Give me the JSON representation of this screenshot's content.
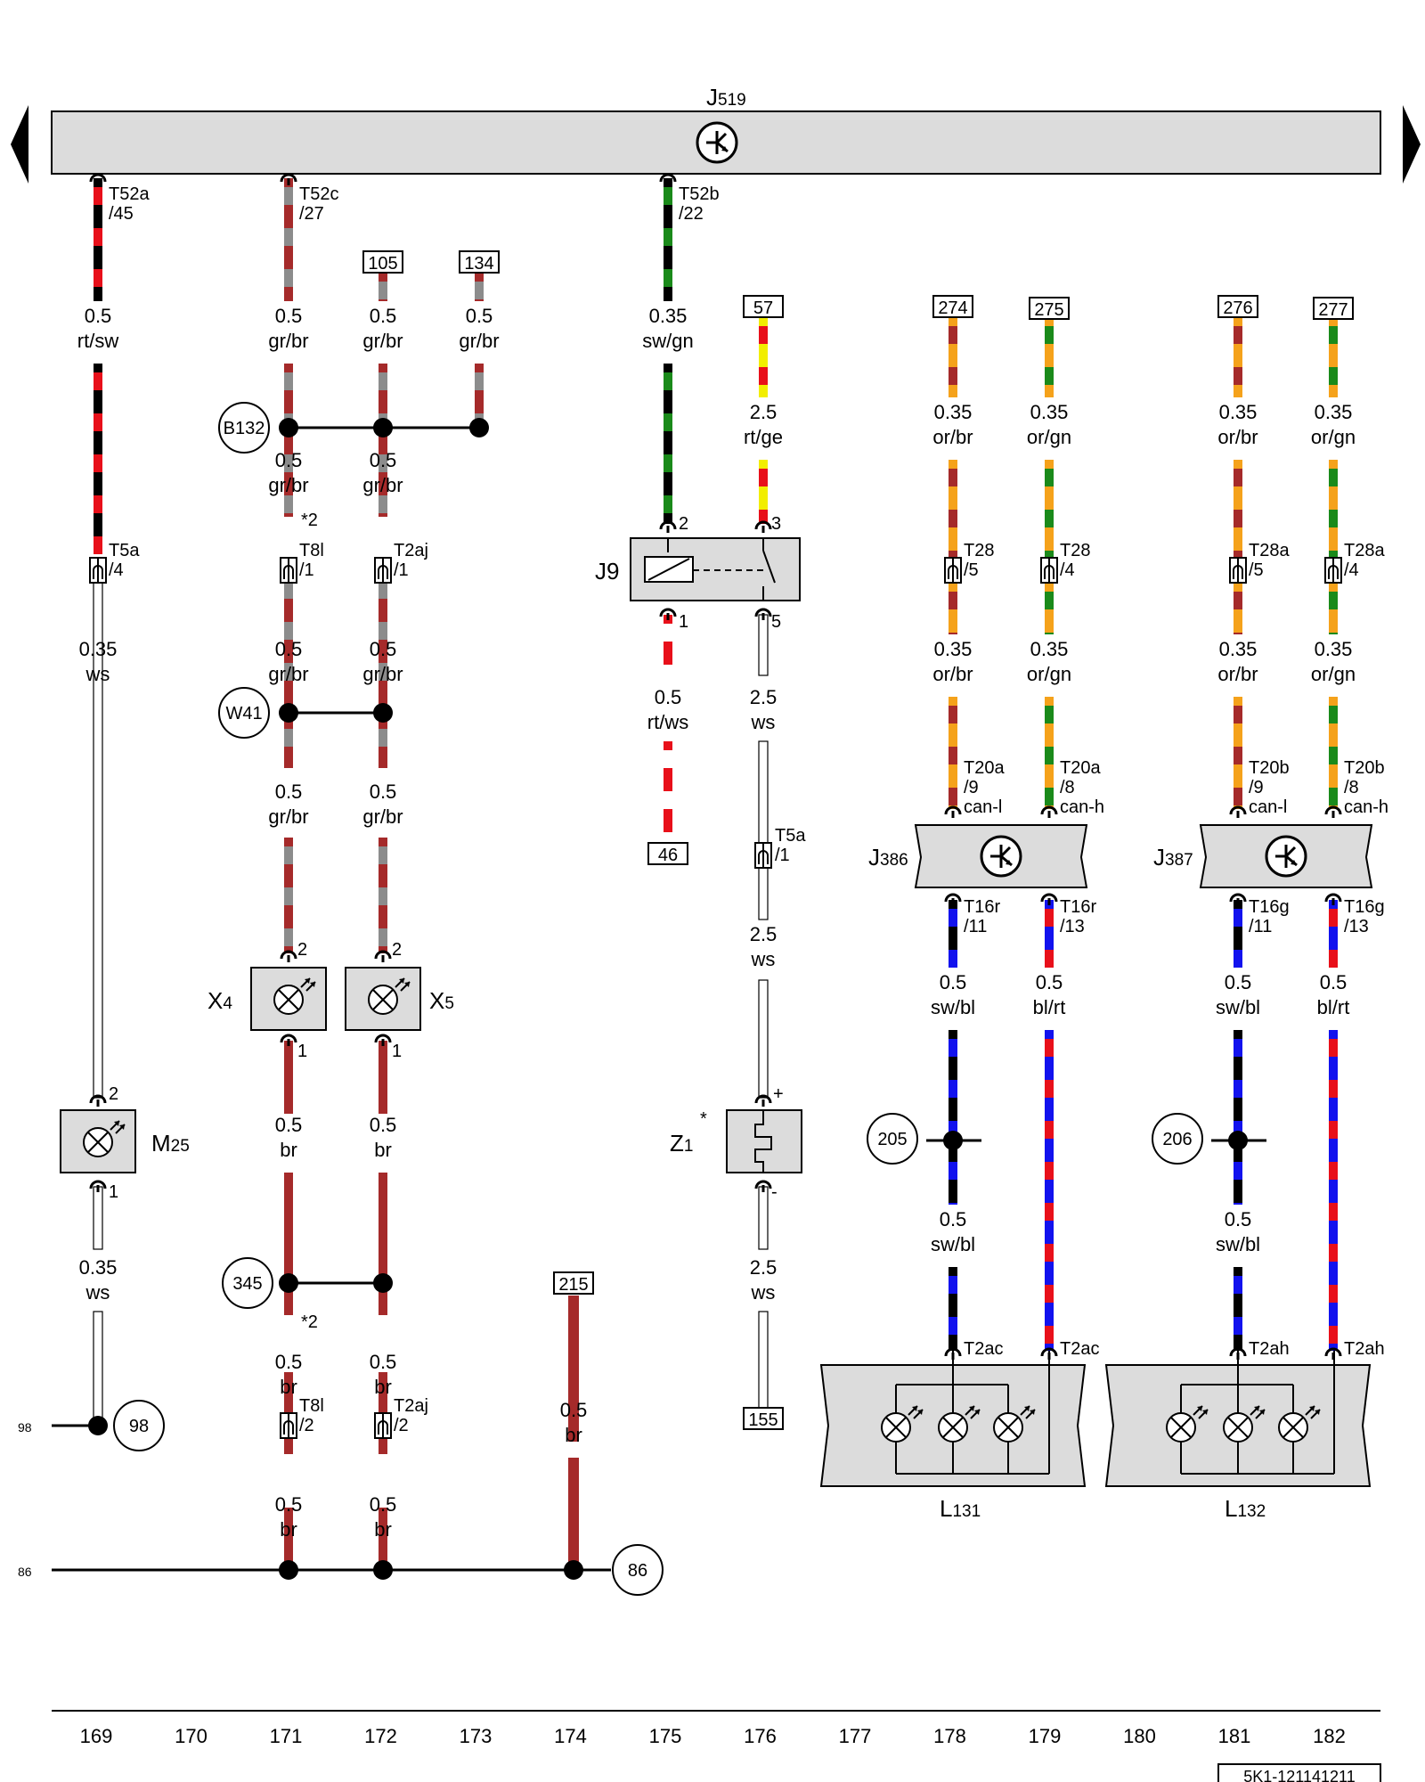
{
  "diagram_id": "5K1-121141211",
  "components": {
    "j519": {
      "name": "J",
      "sub": "519"
    },
    "j9": "J9",
    "j386": {
      "name": "J",
      "sub": "386"
    },
    "j387": {
      "name": "J",
      "sub": "387"
    },
    "x4": {
      "name": "X",
      "sub": "4"
    },
    "x5": {
      "name": "X",
      "sub": "5"
    },
    "m25": {
      "name": "M",
      "sub": "25"
    },
    "z1": {
      "name": "Z",
      "sub": "1"
    },
    "l131": {
      "name": "L",
      "sub": "131"
    },
    "l132": {
      "name": "L",
      "sub": "132"
    }
  },
  "connectors": {
    "t52a": [
      "T52a",
      "/45"
    ],
    "t52c": [
      "T52c",
      "/27"
    ],
    "t52b": [
      "T52b",
      "/22"
    ],
    "t5a_4": [
      "T5a",
      "/4"
    ],
    "t8l_1": [
      "T8l",
      "/1"
    ],
    "t2aj_1": [
      "T2aj",
      "/1"
    ],
    "t28_5": [
      "T28",
      "/5"
    ],
    "t28_4": [
      "T28",
      "/4"
    ],
    "t28a_5": [
      "T28a",
      "/5"
    ],
    "t28a_4": [
      "T28a",
      "/4"
    ],
    "t20a_9": [
      "T20a",
      "/9",
      "can-l"
    ],
    "t20a_8": [
      "T20a",
      "/8",
      "can-h"
    ],
    "t20b_9": [
      "T20b",
      "/9",
      "can-l"
    ],
    "t20b_8": [
      "T20b",
      "/8",
      "can-h"
    ],
    "t5a_1": [
      "T5a",
      "/1"
    ],
    "t16r_11": [
      "T16r",
      "/11"
    ],
    "t16r_13": [
      "T16r",
      "/13"
    ],
    "t16g_11": [
      "T16g",
      "/11"
    ],
    "t16g_13": [
      "T16g",
      "/13"
    ],
    "t2ac_a": "T2ac",
    "t2ac_b": "T2ac",
    "t2ah_a": "T2ah",
    "t2ah_b": "T2ah",
    "t8l_2": [
      "T8l",
      "/2"
    ],
    "t2aj_2": [
      "T2aj",
      "/2"
    ]
  },
  "pins": {
    "j9_2": "2",
    "j9_3": "3",
    "j9_1": "1",
    "j9_5": "5",
    "x4_2": "2",
    "x4_1": "1",
    "x5_2": "2",
    "x5_1": "1",
    "m25_2": "2",
    "m25_1": "1",
    "z1_plus": "+",
    "z1_minus": "-"
  },
  "notes": {
    "star2_a": "*2",
    "star2_b": "*2",
    "z1_star": "*"
  },
  "ref_boxes": {
    "r105": "105",
    "r134": "134",
    "r57": "57",
    "r274": "274",
    "r275": "275",
    "r276": "276",
    "r277": "277",
    "r46": "46",
    "r155": "155",
    "r215": "215"
  },
  "ref_circles": {
    "b132": "B132",
    "w41": "W41",
    "c345": "345",
    "c98": "98",
    "c86": "86",
    "c205": "205",
    "c206": "206"
  },
  "edge_labels": {
    "e98": "98",
    "e86": "86"
  },
  "wire_labels": [
    [
      "0.5",
      "rt/sw"
    ],
    [
      "0.5",
      "gr/br"
    ],
    [
      "0.5",
      "gr/br"
    ],
    [
      "0.5",
      "gr/br"
    ],
    [
      "0.35",
      "sw/gn"
    ],
    [
      "2.5",
      "rt/ge"
    ],
    [
      "0.35",
      "or/br"
    ],
    [
      "0.35",
      "or/gn"
    ],
    [
      "0.35",
      "or/br"
    ],
    [
      "0.35",
      "or/gn"
    ],
    [
      "0.5",
      "gr/br"
    ],
    [
      "0.5",
      "gr/br"
    ],
    [
      "0.35",
      "ws"
    ],
    [
      "0.5",
      "gr/br"
    ],
    [
      "0.5",
      "gr/br"
    ],
    [
      "0.5",
      "rt/ws"
    ],
    [
      "2.5",
      "ws"
    ],
    [
      "0.35",
      "or/br"
    ],
    [
      "0.35",
      "or/gn"
    ],
    [
      "0.35",
      "or/br"
    ],
    [
      "0.35",
      "or/gn"
    ],
    [
      "0.5",
      "gr/br"
    ],
    [
      "0.5",
      "gr/br"
    ],
    [
      "2.5",
      "ws"
    ],
    [
      "0.5",
      "sw/bl"
    ],
    [
      "0.5",
      "bl/rt"
    ],
    [
      "0.5",
      "sw/bl"
    ],
    [
      "0.5",
      "bl/rt"
    ],
    [
      "0.5",
      "br"
    ],
    [
      "0.5",
      "br"
    ],
    [
      "0.5",
      "sw/bl"
    ],
    [
      "0.5",
      "sw/bl"
    ],
    [
      "0.35",
      "ws"
    ],
    [
      "2.5",
      "ws"
    ],
    [
      "0.5",
      "br"
    ],
    [
      "0.5",
      "br"
    ],
    [
      "0.5",
      "br"
    ],
    [
      "0.5",
      "br"
    ],
    [
      "0.5",
      "br"
    ]
  ],
  "grid_numbers": [
    "169",
    "170",
    "171",
    "172",
    "173",
    "174",
    "175",
    "176",
    "177",
    "178",
    "179",
    "180",
    "181",
    "182"
  ],
  "wire_colors": {
    "rt": "#e8101a",
    "sw": "#000000",
    "gr": "#8c8c8c",
    "br": "#a52a2a",
    "gn": "#1a8a1a",
    "ge": "#f2ee00",
    "or": "#f5a21b",
    "bl": "#1212ee",
    "ws": "#ffffff"
  }
}
